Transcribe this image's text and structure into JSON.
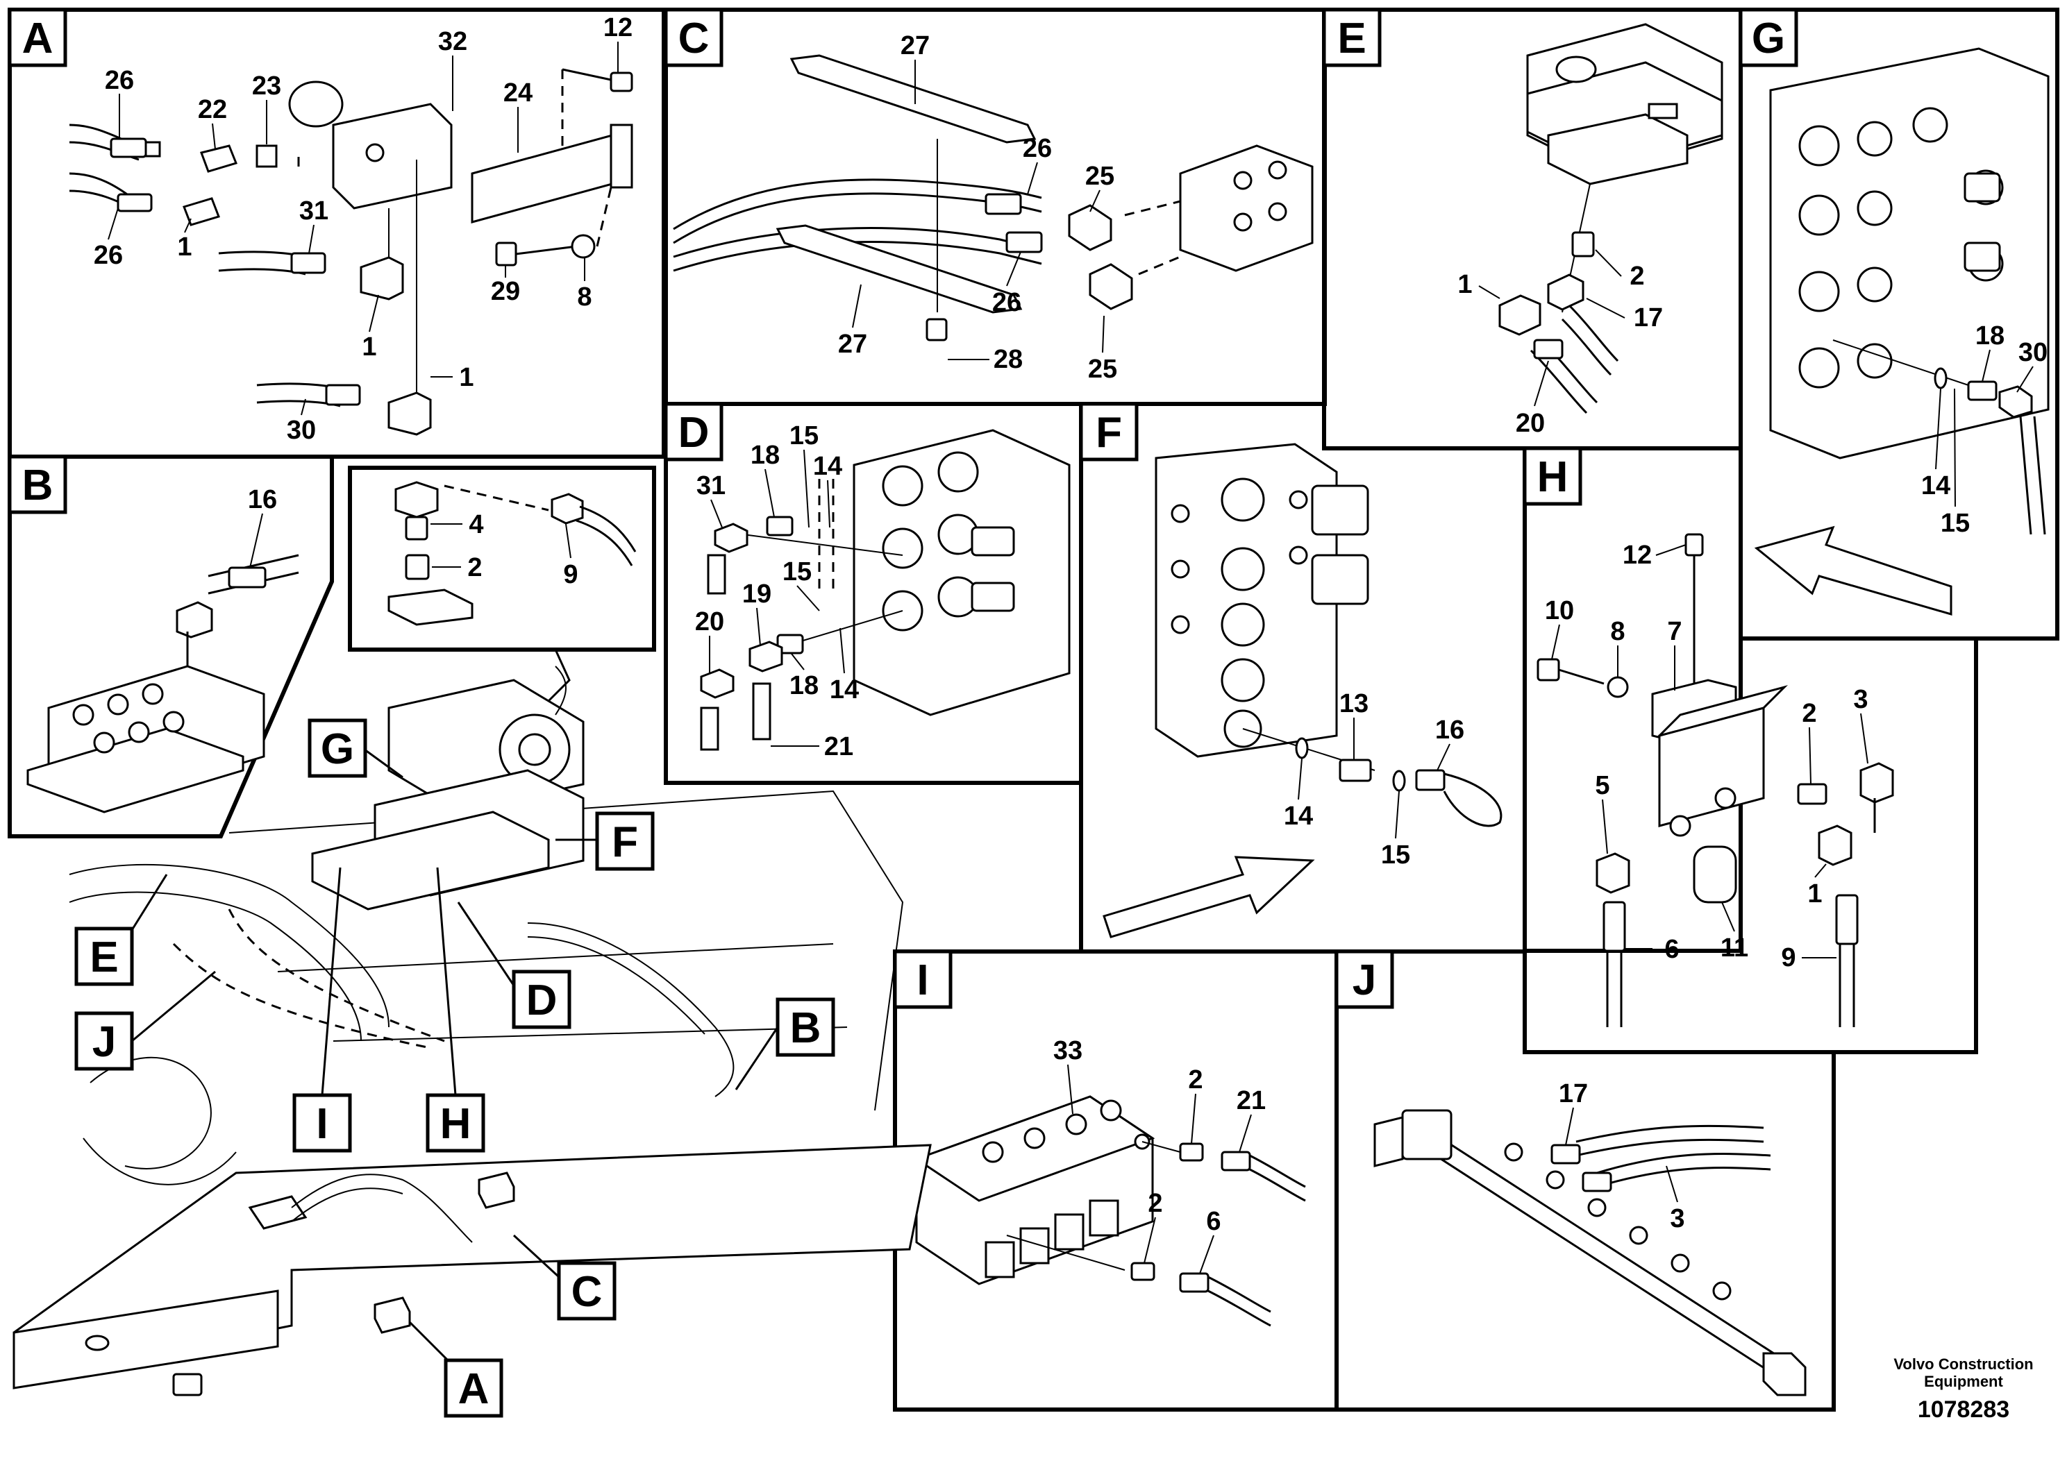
{
  "panels": [
    {
      "id": "A",
      "label": "A",
      "callouts": [
        "26",
        "22",
        "23",
        "32",
        "12",
        "24",
        "26",
        "1",
        "31",
        "29",
        "8",
        "1",
        "1",
        "30"
      ]
    },
    {
      "id": "B",
      "label": "B",
      "callouts": [
        "16"
      ]
    },
    {
      "id": "C",
      "label": "C",
      "callouts": [
        "27",
        "26",
        "25",
        "26",
        "25",
        "27",
        "28"
      ]
    },
    {
      "id": "D",
      "label": "D",
      "callouts": [
        "31",
        "18",
        "15",
        "14",
        "15",
        "20",
        "19",
        "18",
        "14",
        "21"
      ]
    },
    {
      "id": "E",
      "label": "E",
      "callouts": [
        "1",
        "2",
        "17",
        "20"
      ]
    },
    {
      "id": "F",
      "label": "F",
      "callouts": [
        "13",
        "16",
        "14",
        "15"
      ]
    },
    {
      "id": "G",
      "label": "G",
      "callouts": [
        "18",
        "30",
        "14",
        "15"
      ]
    },
    {
      "id": "H",
      "label": "H",
      "callouts": [
        "12",
        "10",
        "8",
        "7",
        "2",
        "3",
        "5",
        "1",
        "6",
        "11",
        "9"
      ]
    },
    {
      "id": "I",
      "label": "I",
      "callouts": [
        "33",
        "2",
        "21",
        "2",
        "6"
      ]
    },
    {
      "id": "J",
      "label": "J",
      "callouts": [
        "17",
        "3"
      ]
    },
    {
      "id": "detail",
      "label": "",
      "callouts": [
        "4",
        "9",
        "2"
      ]
    }
  ],
  "overview_tags": [
    "G",
    "F",
    "E",
    "J",
    "D",
    "B",
    "I",
    "H",
    "C",
    "A"
  ],
  "footer": {
    "company": "Volvo Construction",
    "company_line2": "Equipment",
    "figure_number": "1078283"
  }
}
